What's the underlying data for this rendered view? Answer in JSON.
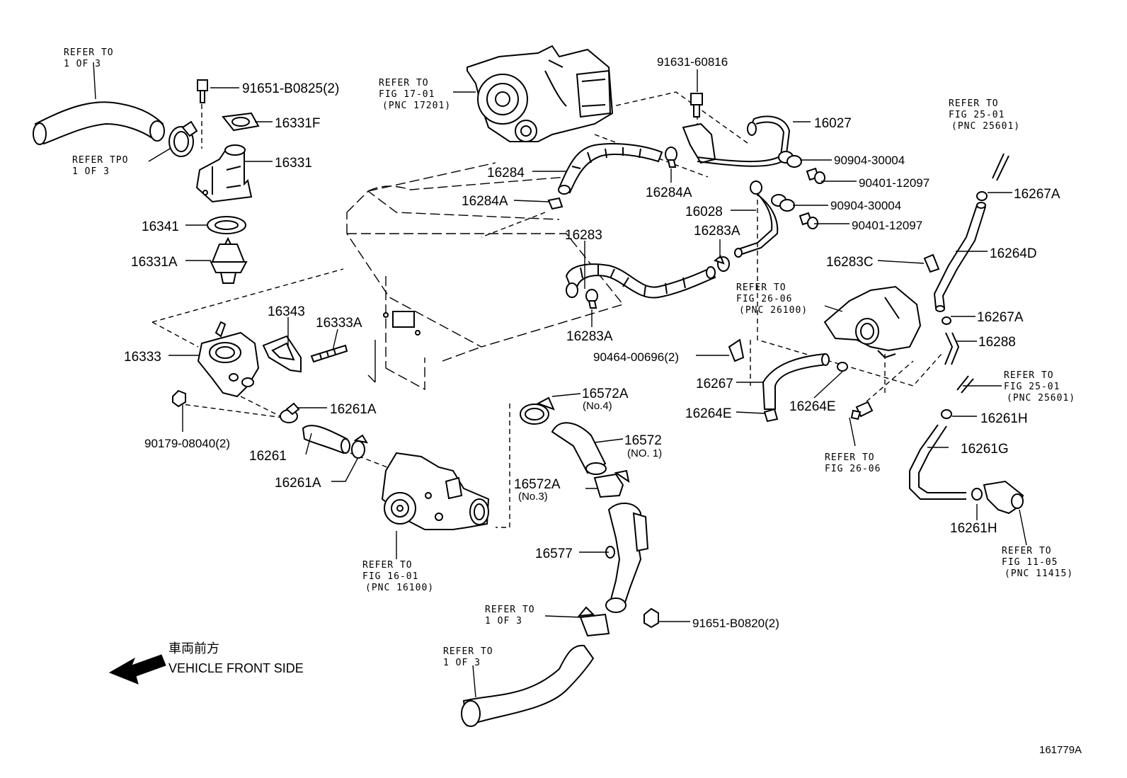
{
  "labels": {
    "p91651_B0825": "91651-B0825(2)",
    "p16331F": "16331F",
    "p16331": "16331",
    "p16341": "16341",
    "p16331A": "16331A",
    "p16333": "16333",
    "p16343": "16343",
    "p16333A": "16333A",
    "p16261A_1": "16261A",
    "p16261A_2": "16261A",
    "p16261": "16261",
    "p90179": "90179-08040(2)",
    "p16284": "16284",
    "p16284A_1": "16284A",
    "p16284A_2": "16284A",
    "p91631": "91631-60816",
    "p16027": "16027",
    "p90904_1": "90904-30004",
    "p90401_1": "90401-12097",
    "p16028": "16028",
    "p90904_2": "90904-30004",
    "p90401_2": "90401-12097",
    "p16283": "16283",
    "p16283A_1": "16283A",
    "p16283A_2": "16283A",
    "p16283C": "16283C",
    "p16267A_1": "16267A",
    "p16264D": "16264D",
    "p16267A_2": "16267A",
    "p16288": "16288",
    "p90464": "90464-00696(2)",
    "p16267": "16267",
    "p16264E_1": "16264E",
    "p16264E_2": "16264E",
    "p16572A_1": "16572A",
    "p16572A_1_sub": "(No.4)",
    "p16572": "16572",
    "p16572_sub": "(NO. 1)",
    "p16572A_2": "16572A",
    "p16572A_2_sub": "(No.3)",
    "p16577": "16577",
    "p91651_B0820": "91651-B0820(2)",
    "p16261H_1": "16261H",
    "p16261G": "16261G",
    "p16261H_2": "16261H"
  },
  "refs": {
    "r1_a": "REFER TO",
    "r1_b": "1 OF 3",
    "r2_a": "REFER TPO",
    "r2_b": "1 OF 3",
    "r3_a": "REFER TO",
    "r3_b": "FIG 17-01",
    "r3_c": "(PNC 17201)",
    "r4_a": "REFER TO",
    "r4_b": "FIG 25-01",
    "r4_c": "(PNC 25601)",
    "r5_a": "REFER TO",
    "r5_b": "FIG 26-06",
    "r5_c": "(PNC 26100)",
    "r6_a": "REFER TO",
    "r6_b": "FIG 26-06",
    "r7_a": "REFER TO",
    "r7_b": "FIG 25-01",
    "r7_c": "(PNC 25601)",
    "r8_a": "REFER TO",
    "r8_b": "FIG 11-05",
    "r8_c": "(PNC 11415)",
    "r9_a": "REFER TO",
    "r9_b": "FIG 16-01",
    "r9_c": "(PNC 16100)",
    "r10_a": "REFER TO",
    "r10_b": "1 OF 3",
    "r11_a": "REFER TO",
    "r11_b": "1 OF 3"
  },
  "front": {
    "jp": "車両前方",
    "en": "VEHICLE FRONT SIDE"
  },
  "figure_number": "161779A"
}
